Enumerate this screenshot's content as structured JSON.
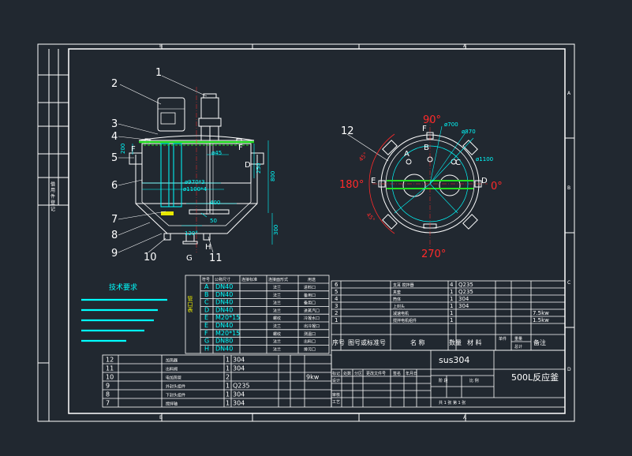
{
  "colors": {
    "background": "#212830",
    "frame": "#ffffff",
    "cyan": "#00ffff",
    "red": "#ff2a2a",
    "green": "#22dd22",
    "yellow": "#e8e800"
  },
  "callouts": [
    "1",
    "2",
    "3",
    "4",
    "5",
    "6",
    "7",
    "8",
    "9",
    "10",
    "11",
    "12"
  ],
  "dimensions": {
    "d45": "ø45",
    "d970": "ø970*3",
    "d1100": "ø1100*4",
    "d400": "400",
    "d50": "50",
    "d120": "120°",
    "d200": "200",
    "d250": "250",
    "d800": "800",
    "d300": "300",
    "d700": "ø700",
    "d870": "ø870",
    "d1100b": "ø1100"
  },
  "angles": {
    "a90": "90°",
    "a180": "180°",
    "a0": "0°",
    "a270": "270°",
    "a45": "45°"
  },
  "nozzle_letters": {
    "A": "A",
    "B": "B",
    "C": "C",
    "D": "D",
    "E": "E",
    "F": "F",
    "G": "G",
    "H": "H"
  },
  "frame_letters": {
    "b": "B",
    "a": "A",
    "c": "C",
    "d": "D"
  },
  "tech_title": "技术要求",
  "nozzle_table": {
    "headers": [
      "符号",
      "公称尺寸",
      "连接标准",
      "连接面形式",
      "用途"
    ],
    "side_label": "管口表",
    "rows": [
      [
        "A",
        "DN40",
        "",
        "法兰",
        "进料口"
      ],
      [
        "B",
        "DN40",
        "",
        "法兰",
        "备用口"
      ],
      [
        "C",
        "DN40",
        "",
        "法兰",
        "备用口"
      ],
      [
        "D",
        "DN40",
        "",
        "法兰",
        "进蒸汽口"
      ],
      [
        "E",
        "M20*15",
        "",
        "螺纹",
        "冷凝水口"
      ],
      [
        "E",
        "DN40",
        "",
        "法兰",
        "出冷凝口"
      ],
      [
        "F",
        "M20*15",
        "",
        "螺纹",
        "测温口"
      ],
      [
        "G",
        "DN80",
        "",
        "法兰",
        "出料口"
      ],
      [
        "H",
        "DN40",
        "",
        "法兰",
        "排污口"
      ]
    ]
  },
  "parts_top": {
    "rows": [
      [
        "6",
        "支耳 搅拌器",
        "4",
        "Q235",
        "",
        ""
      ],
      [
        "5",
        "夹套",
        "1",
        "Q235",
        "",
        ""
      ],
      [
        "4",
        "筒体",
        "1",
        "304",
        "",
        ""
      ],
      [
        "3",
        "上封头",
        "1",
        "304",
        "",
        ""
      ],
      [
        "2",
        "减速电机",
        "1",
        "",
        "7.5kw",
        ""
      ],
      [
        "1",
        "搅拌电机组件",
        "1",
        "",
        "1.5kw",
        ""
      ]
    ],
    "header": [
      "序号",
      "图号或标准号",
      "名 称",
      "数量",
      "材 料",
      "重量",
      "备注"
    ],
    "sub_header": [
      "单件",
      "总计"
    ]
  },
  "parts_bottom": {
    "rows": [
      [
        "12",
        "加热器",
        "1",
        "304",
        "",
        ""
      ],
      [
        "11",
        "出料阀",
        "1",
        "304",
        "",
        ""
      ],
      [
        "10",
        "电加热管",
        "2",
        "",
        "9kw",
        ""
      ],
      [
        "9",
        "外封头组件",
        "1",
        "Q235",
        "",
        ""
      ],
      [
        "8",
        "下封头组件",
        "1",
        "304",
        "",
        ""
      ],
      [
        "7",
        "搅拌轴",
        "1",
        "304",
        "",
        ""
      ]
    ]
  },
  "title_block": {
    "material": "sus304",
    "drawing_name": "500L反应釜",
    "stage": "阶 段",
    "scale": "比 例",
    "sheets": "共 1 张    第 1 张",
    "rows_left": [
      "标记",
      "设计",
      "审核",
      "工艺"
    ],
    "cols_left": [
      "处数",
      "分区",
      "更改文件号",
      "签名",
      "年月日"
    ]
  },
  "left_strip": "借 用 件 登 记"
}
